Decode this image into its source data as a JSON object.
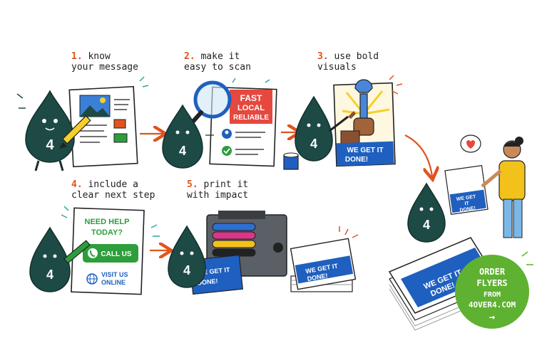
{
  "steps": [
    {
      "number": "1.",
      "line1": "know",
      "line2": "your message"
    },
    {
      "number": "2.",
      "line1": "make it",
      "line2": "easy to scan"
    },
    {
      "number": "3.",
      "line1": "use bold",
      "line2": "visuals"
    },
    {
      "number": "4.",
      "line1": "include a",
      "line2": "clear next step"
    },
    {
      "number": "5.",
      "line1": "print it",
      "line2": "with impact"
    }
  ],
  "mascot_label": "4",
  "flyer_scan": {
    "line1": "FAST",
    "line2": "LOCAL",
    "line3": "RELIABLE"
  },
  "flyer_bold": {
    "line1": "WE GET IT",
    "line2": "DONE!"
  },
  "flyer_cta": {
    "headline1": "NEED HELP",
    "headline2": "TODAY?",
    "button": "CALL US",
    "link1": "VISIT US",
    "link2": "ONLINE"
  },
  "printed_flyer": {
    "line1": "WE GET IT",
    "line2": "DONE!"
  },
  "held_flyer": {
    "line1": "WE GET",
    "line2": "IT",
    "line3": "DONE!"
  },
  "stack_flyer": {
    "line1": "WE GET IT",
    "line2": "DONE!"
  },
  "order_badge": {
    "line1": "ORDER",
    "line2": "FLYERS",
    "line3": "FROM",
    "line4": "4OVER4.COM",
    "arrow": "→"
  },
  "colors": {
    "accent_orange": "#e0531f",
    "mascot_teal": "#1d4a45",
    "flyer_blue": "#1f5fbf",
    "headline_red": "#e5483f",
    "cta_green": "#2e9e3c",
    "badge_green": "#5fb132",
    "sun_yellow": "#f6cf2a"
  }
}
